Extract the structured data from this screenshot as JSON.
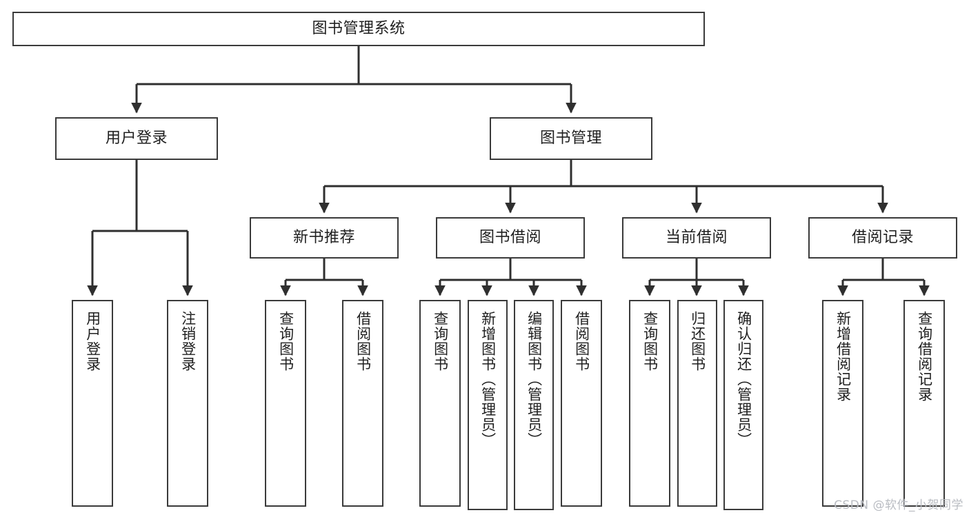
{
  "diagram": {
    "title": "图书管理系统",
    "watermark": "CSDN @软件_小贺同学",
    "colors": {
      "box_border": "#3a3a3a",
      "edge": "#2f2f2f",
      "background": "#ffffff",
      "text": "#1f1f1f",
      "watermark": "#b9bcc2"
    },
    "nodes": {
      "root": {
        "label": "图书管理系统"
      },
      "level2": [
        {
          "id": "user-login",
          "label": "用户登录"
        },
        {
          "id": "book-manage",
          "label": "图书管理"
        }
      ],
      "level3": [
        {
          "id": "new-book-recommend",
          "label": "新书推荐"
        },
        {
          "id": "book-borrow",
          "label": "图书借阅"
        },
        {
          "id": "current-borrow",
          "label": "当前借阅"
        },
        {
          "id": "borrow-record",
          "label": "借阅记录"
        }
      ],
      "leaves": {
        "user_login": [
          {
            "id": "leaf-user-login",
            "label": "用户登录"
          },
          {
            "id": "leaf-logout-login",
            "label": "注销登录"
          }
        ],
        "new_book_recommend": [
          {
            "id": "leaf-query-book-1",
            "label": "查询图书"
          },
          {
            "id": "leaf-borrow-book-1",
            "label": "借阅图书"
          }
        ],
        "book_borrow": [
          {
            "id": "leaf-query-book-2",
            "label": "查询图书"
          },
          {
            "id": "leaf-add-book",
            "label": "新增图书（管理员）"
          },
          {
            "id": "leaf-edit-book",
            "label": "编辑图书（管理员）"
          },
          {
            "id": "leaf-borrow-book-2",
            "label": "借阅图书"
          }
        ],
        "current_borrow": [
          {
            "id": "leaf-query-book-3",
            "label": "查询图书"
          },
          {
            "id": "leaf-return-book",
            "label": "归还图书"
          },
          {
            "id": "leaf-confirm-return",
            "label": "确认归还（管理员）"
          }
        ],
        "borrow_record": [
          {
            "id": "leaf-add-record",
            "label": "新增借阅记录"
          },
          {
            "id": "leaf-query-record",
            "label": "查询借阅记录"
          }
        ]
      }
    }
  }
}
